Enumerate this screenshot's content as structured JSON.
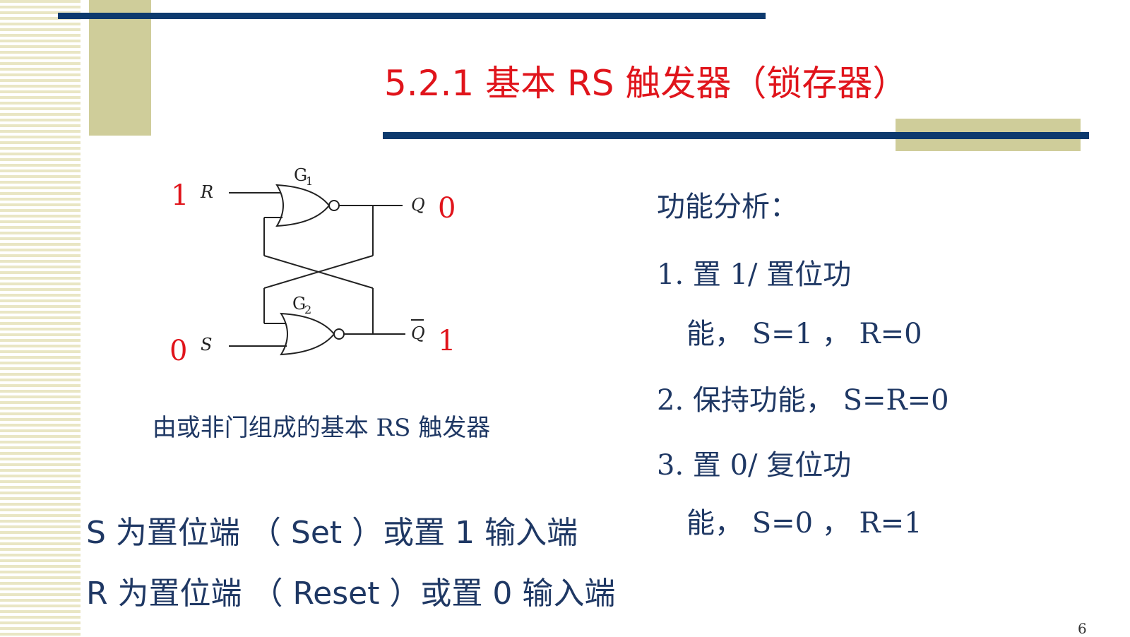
{
  "slide": {
    "title": "5.2.1    基本 RS 触发器（锁存器）",
    "page_number": "6"
  },
  "diagram": {
    "gate1_label": "G",
    "gate1_sub": "1",
    "gate2_label": "G",
    "gate2_sub": "2",
    "input_r_label": "R",
    "input_s_label": "S",
    "output_q_label": "Q",
    "output_qbar_label": "Q",
    "r_value": "1",
    "s_value": "0",
    "q_value": "0",
    "qbar_value": "1",
    "caption": "由或非门组成的基本 RS 触发器"
  },
  "notes": {
    "set_desc": "S 为置位端 （ Set ）或置 1 输入端",
    "reset_desc": "R 为置位端 （ Reset ）或置 0 输入端"
  },
  "analysis": {
    "heading": "功能分析：",
    "item1_line1": "1.  置 1/ 置位功",
    "item1_line2": "能，  S=1 ，   R=0",
    "item2": "2. 保持功能，   S=R=0",
    "item3_line1": "3. 置 0/ 复位功",
    "item3_line2": "能，  S=0 ，   R=1"
  },
  "colors": {
    "accent_red": "#e0141b",
    "navy": "#0d3a6e",
    "olive": "#cfcd9a",
    "text_blue": "#1f3864"
  }
}
